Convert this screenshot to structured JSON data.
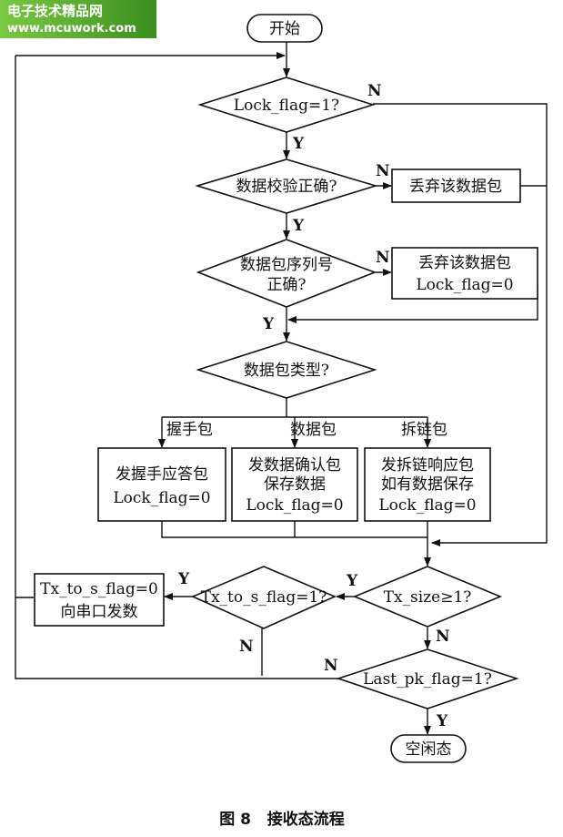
{
  "watermark": {
    "line1": "电子技术精品网",
    "line2": "www.mcuwork.com"
  },
  "nodes": {
    "start": "开始",
    "lock_check": "Lock_flag=1?",
    "data_verify": "数据校验正确?",
    "discard1": "丢弃该数据包",
    "seq_check_l1": "数据包序列号",
    "seq_check_l2": "正确?",
    "discard2_l1": "丢弃该数据包",
    "discard2_l2": "Lock_flag=0",
    "pkt_type": "数据包类型?",
    "handshake_l1": "发握手应答包",
    "handshake_l2": "Lock_flag=0",
    "data_l1": "发数据确认包",
    "data_l2": "保存数据",
    "data_l3": "Lock_flag=0",
    "teardown_l1": "发拆链响应包",
    "teardown_l2": "如有数据保存",
    "teardown_l3": "Lock_flag=0",
    "tx_size": "Tx_size≥1?",
    "tx_to_s": "Tx_to_s_flag=1?",
    "send_l1": "Tx_to_s_flag=0",
    "send_l2": "向串口发数",
    "last_pk": "Last_pk_flag=1?",
    "idle": "空闲态"
  },
  "branch_labels": {
    "handshake": "握手包",
    "data": "数据包",
    "teardown": "拆链包"
  },
  "edge_labels": {
    "yes": "Y",
    "no": "N"
  },
  "caption": "图 8   接收态流程"
}
